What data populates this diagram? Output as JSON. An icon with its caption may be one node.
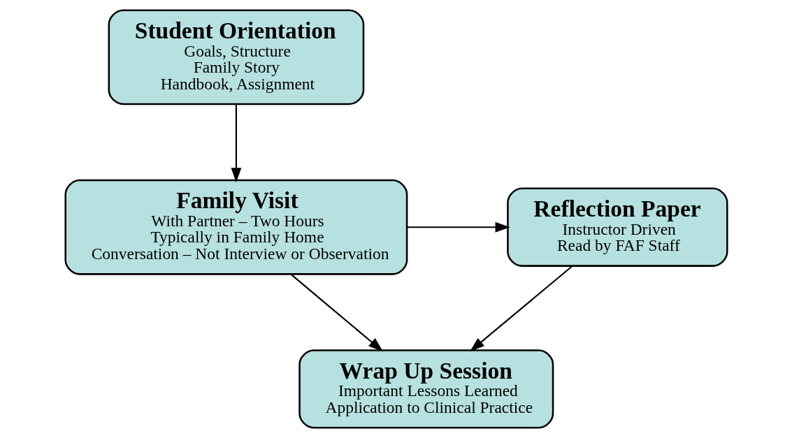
{
  "diagram": {
    "nodes": [
      {
        "text": [
          "Student Orientation",
          "Goals, Structure",
          "Family Story",
          "Handbook, Assignment"
        ]
      },
      {
        "text": [
          "Family Visit",
          "With Partner – Two Hours",
          "Typically in Family Home",
          "Conversation – Not Interview or Observation"
        ]
      },
      {
        "text": [
          "Reflection Paper",
          "Instructor Driven",
          "Read by FAF Staff"
        ]
      },
      {
        "text": [
          "Wrap Up Session",
          "Important Lessons Learned",
          "Application to Clinical Practice"
        ]
      }
    ],
    "edges": [
      {
        "from": 0,
        "to": 1,
        "arrow": "to"
      },
      {
        "from": 1,
        "to": 2,
        "arrow": "to"
      },
      {
        "from": 1,
        "to": 3,
        "arrow": "to"
      },
      {
        "from": 2,
        "to": 3,
        "arrow": "to"
      }
    ]
  }
}
